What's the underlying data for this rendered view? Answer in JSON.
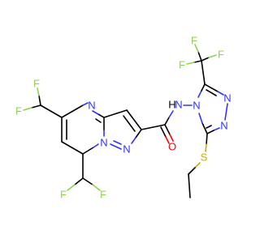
{
  "colors": {
    "carbon_bond": "#000000",
    "nitrogen": "#3333ff",
    "oxygen": "#ff0000",
    "fluorine": "#8fd14f",
    "sulfur": "#c6b000",
    "hydrogen": "#000000"
  },
  "atoms": {
    "n_ring_top": "N",
    "n_bridge": "N",
    "n_pyrazole": "N",
    "n_amide_h": "H",
    "n_amide": "N",
    "n_triazole_4": "N",
    "n_triazole_1": "N",
    "n_triazole_2": "N",
    "o_carbonyl": "O",
    "s_thio": "S",
    "f1": "F",
    "f2": "F",
    "f3": "F",
    "f4": "F",
    "f5": "F",
    "f6": "F",
    "f7": "F"
  }
}
